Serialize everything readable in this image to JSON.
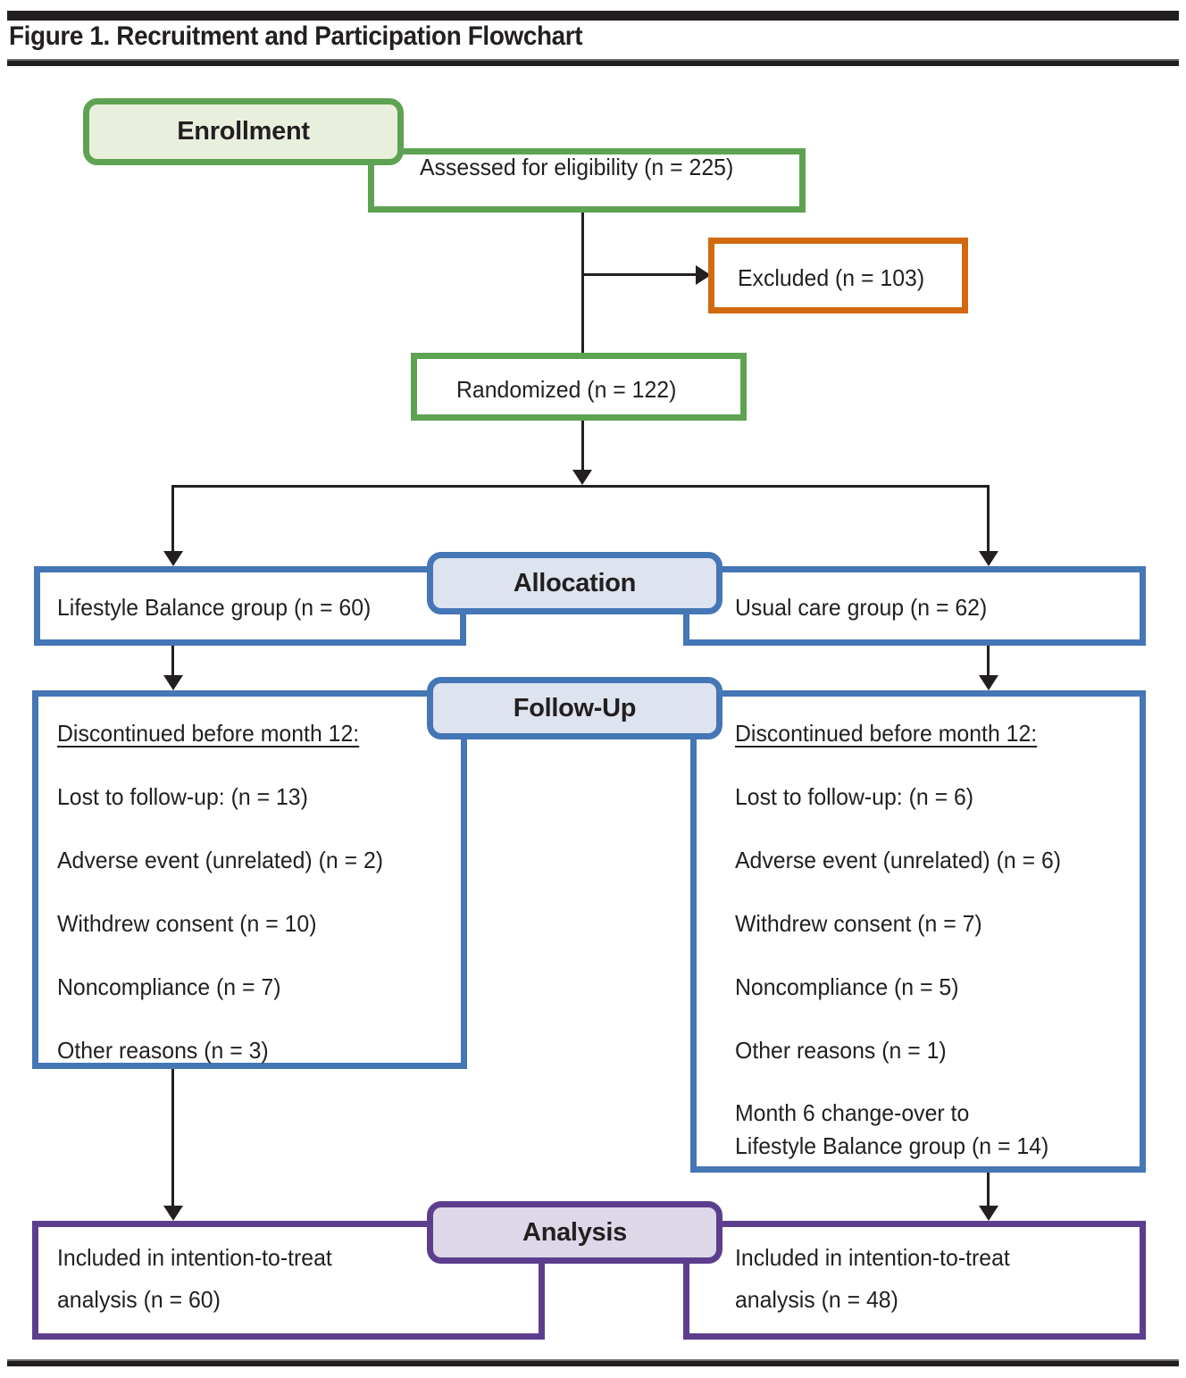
{
  "figure": {
    "title": "Figure 1. Recruitment and Participation Flowchart"
  },
  "stages": {
    "enrollment": "Enrollment",
    "allocation": "Allocation",
    "follow_up": "Follow-Up",
    "analysis": "Analysis"
  },
  "nodes": {
    "assessed": "Assessed for eligibility (n = 225)",
    "excluded": "Excluded (n = 103)",
    "randomized": "Randomized (n = 122)",
    "alloc_left": "Lifestyle Balance group (n = 60)",
    "alloc_right": "Usual care group (n = 62)",
    "analysis_left_line1": "Included in intention-to-treat",
    "analysis_left_line2": "analysis (n = 60)",
    "analysis_right_line1": "Included in intention-to-treat",
    "analysis_right_line2": "analysis (n = 48)"
  },
  "followup": {
    "left": {
      "heading": "Discontinued before month 12:",
      "items": [
        "Lost to follow-up: (n = 13)",
        "Adverse event (unrelated) (n = 2)",
        "Withdrew consent (n = 10)",
        "Noncompliance (n = 7)",
        "Other reasons (n = 3)"
      ]
    },
    "right": {
      "heading": "Discontinued before month 12:",
      "items": [
        "Lost to follow-up: (n = 6)",
        "Adverse event (unrelated) (n = 6)",
        "Withdrew consent (n = 7)",
        "Noncompliance (n = 5)",
        "Other reasons (n = 1)"
      ],
      "changeover_line1": "Month 6 change-over to",
      "changeover_line2": "Lifestyle Balance group (n = 14)"
    }
  },
  "colors": {
    "enrollment_green": "#5ea351",
    "excluded_orange": "#d2690f",
    "allocation_blue": "#4576b6",
    "analysis_purple": "#5d3e8e",
    "rule_black": "#231f20",
    "enrollment_fill": "#e9efdd",
    "blue_fill": "#dde3ef",
    "purple_fill": "#ddd7e8"
  }
}
